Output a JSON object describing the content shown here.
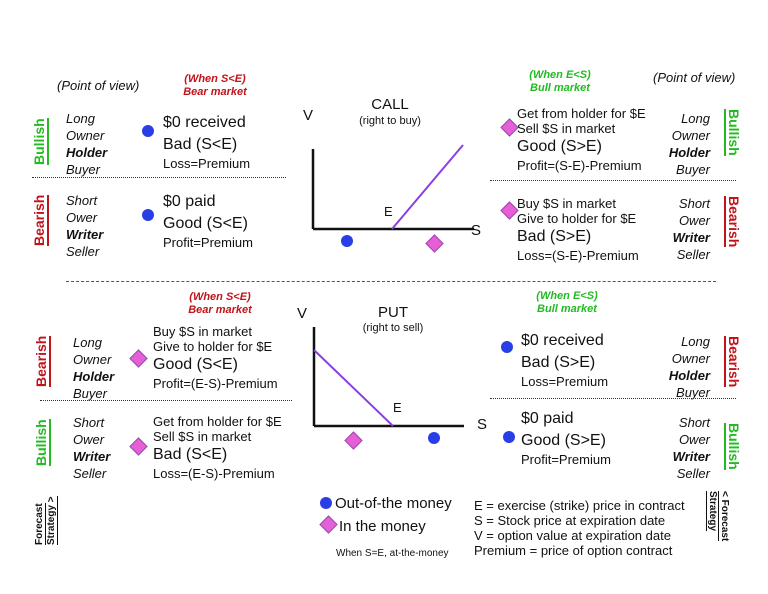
{
  "colors": {
    "bear": "#c0131a",
    "bull": "#22bb22",
    "out_of_money_marker": "#2a3ee6",
    "in_money_marker": "#e55fd6",
    "payoff_line": "#8a3fe0"
  },
  "call": {
    "title": "CALL",
    "subtitle": "(right to buy)",
    "axis_v": "V",
    "axis_s": "S",
    "strike_label": "E",
    "left": {
      "point_of_view": "(Point of view)",
      "condition": "(When S<E)",
      "market": "Bear market",
      "holder": {
        "forecast": "Bullish",
        "roles": [
          "Long",
          "Owner",
          "Holder",
          "Buyer"
        ],
        "marker": "out-of-the-money",
        "line1": "$0 received",
        "line2": "Bad (S<E)",
        "line3": "Loss=Premium"
      },
      "writer": {
        "forecast": "Bearish",
        "roles": [
          "Short",
          "Ower",
          "Writer",
          "Seller"
        ],
        "marker": "out-of-the-money",
        "line1": "$0 paid",
        "line2": "Good (S<E)",
        "line3": "Profit=Premium"
      }
    },
    "right": {
      "point_of_view": "(Point of view)",
      "condition": "(When E<S)",
      "market": "Bull market",
      "holder": {
        "forecast": "Bullish",
        "roles": [
          "Long",
          "Owner",
          "Holder",
          "Buyer"
        ],
        "marker": "in-the-money",
        "line1": "Get from holder for $E",
        "line1b": "Sell $S in market",
        "line2": "Good (S>E)",
        "line3": "Profit=(S-E)-Premium"
      },
      "writer": {
        "forecast": "Bearish",
        "roles": [
          "Short",
          "Ower",
          "Writer",
          "Seller"
        ],
        "marker": "in-the-money",
        "line1": "Buy $S in market",
        "line1b": "Give to holder for $E",
        "line2": "Bad (S>E)",
        "line3": "Loss=(S-E)-Premium"
      }
    }
  },
  "put": {
    "title": "PUT",
    "subtitle": "(right to sell)",
    "axis_v": "V",
    "axis_s": "S",
    "strike_label": "E",
    "left": {
      "condition": "(When S<E)",
      "market": "Bear market",
      "holder": {
        "forecast": "Bearish",
        "roles": [
          "Long",
          "Owner",
          "Holder",
          "Buyer"
        ],
        "marker": "in-the-money",
        "line1": "Buy $S in market",
        "line1b": "Give to holder for $E",
        "line2": "Good (S<E)",
        "line3": "Profit=(E-S)-Premium"
      },
      "writer": {
        "forecast": "Bullish",
        "roles": [
          "Short",
          "Ower",
          "Writer",
          "Seller"
        ],
        "marker": "in-the-money",
        "line1": "Get from holder for $E",
        "line1b": "Sell $S in market",
        "line2": "Bad (S<E)",
        "line3": "Loss=(E-S)-Premium"
      }
    },
    "right": {
      "condition": "(When E<S)",
      "market": "Bull market",
      "holder": {
        "forecast": "Bearish",
        "roles": [
          "Long",
          "Owner",
          "Holder",
          "Buyer"
        ],
        "marker": "out-of-the-money",
        "line1": "$0 received",
        "line2": "Bad (S>E)",
        "line3": "Loss=Premium"
      },
      "writer": {
        "forecast": "Bullish",
        "roles": [
          "Short",
          "Ower",
          "Writer",
          "Seller"
        ],
        "marker": "out-of-the-money",
        "line1": "$0 paid",
        "line2": "Good (S>E)",
        "line3": "Profit=Premium"
      }
    }
  },
  "footer": {
    "forecast_left": [
      "Forecast",
      "Strategy >"
    ],
    "forecast_right": [
      "< Forecast",
      "Strategy"
    ],
    "legend": {
      "out_of_money": "Out-of-the money",
      "in_money": "In the money",
      "at_money_note": "When S=E, at-the-money"
    },
    "definitions": [
      "E = exercise (strike) price in contract",
      "S = Stock price at expiration date",
      "V = option value at expiration date",
      "Premium = price of option contract"
    ]
  }
}
